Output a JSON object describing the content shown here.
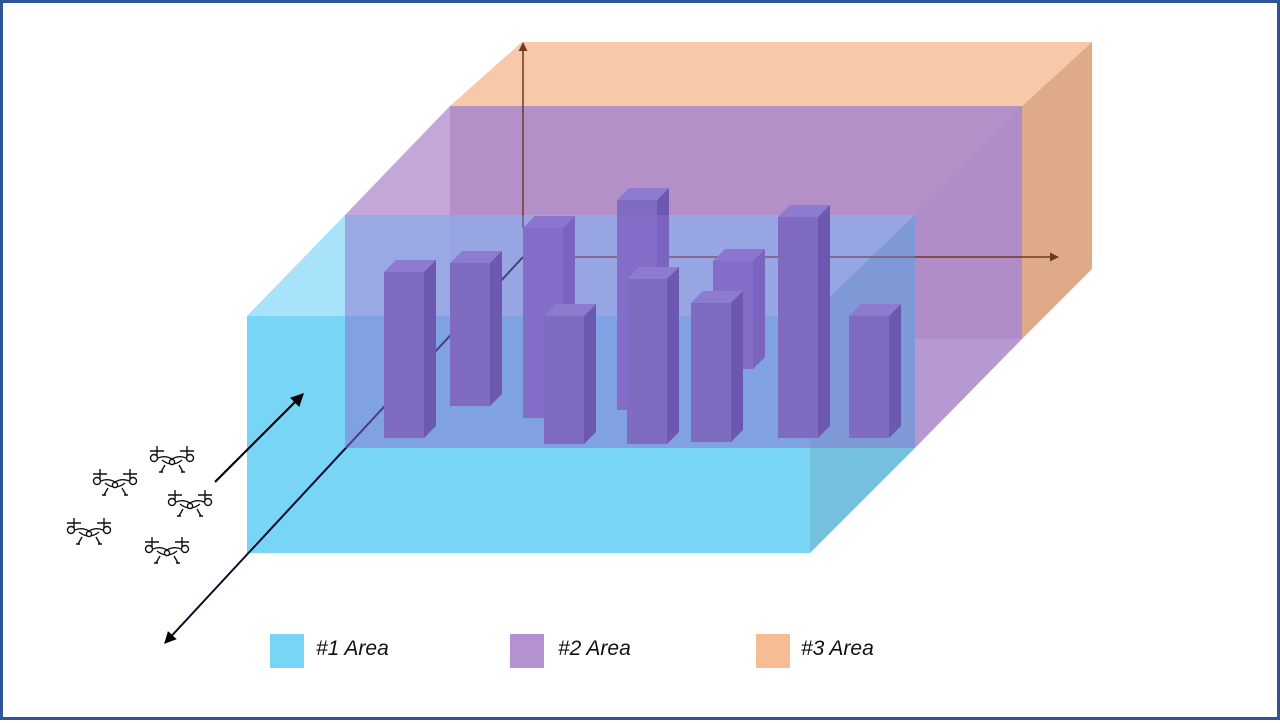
{
  "diagram": {
    "legend": [
      {
        "id": "area1",
        "label": "#1 Area",
        "color": "#78d5f5"
      },
      {
        "id": "area2",
        "label": "#2 Area",
        "color": "#b491cf"
      },
      {
        "id": "area3",
        "label": "#3 Area",
        "color": "#f6bc94"
      }
    ],
    "colors": {
      "border": "#2f5597",
      "building": "#7f6bc1",
      "axis_arrow": "#6b3a1f",
      "uav_arrow": "#000000"
    },
    "icons": {
      "swarm": "drone-icon",
      "swarm_count": 5
    }
  }
}
